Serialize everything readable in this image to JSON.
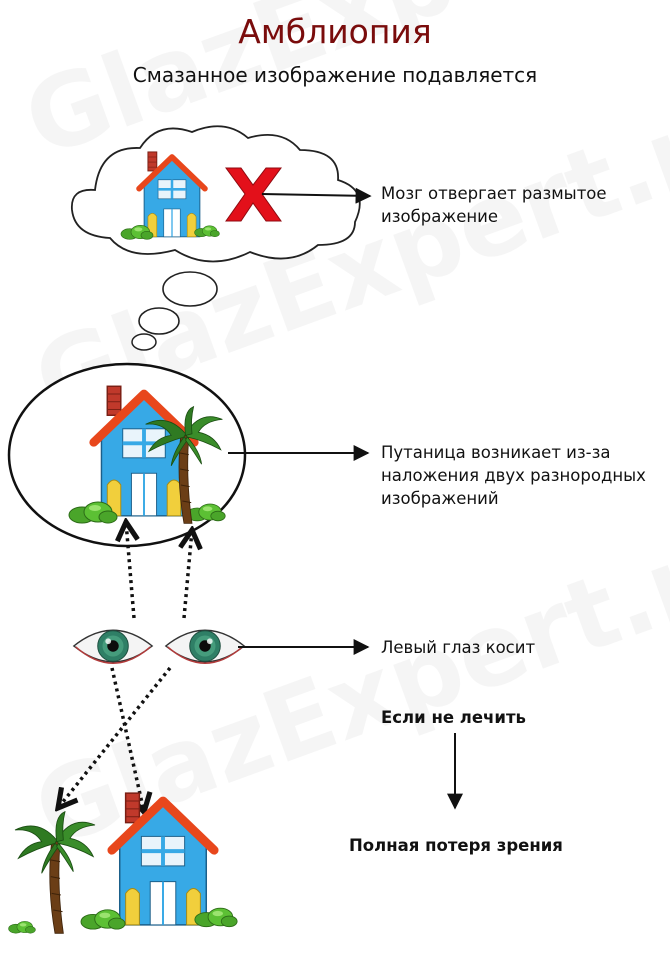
{
  "header": {
    "title": "Амблиопия",
    "subtitle": "Смазанное изображение подавляется"
  },
  "labels": {
    "brain_rejects_line1": "Мозг отвергает размытое",
    "brain_rejects_line2": "изображение",
    "confusion_line1": "Путаница возникает из-за",
    "confusion_line2": "наложения двух разнородных",
    "confusion_line3": "изображений",
    "left_eye_squints": "Левый глаз косит",
    "if_untreated": "Если не лечить",
    "total_vision_loss": "Полная потеря зрения"
  },
  "watermark": {
    "text": "GlazExpert.ru"
  },
  "colors": {
    "title": "#7a0c0c",
    "house_wall": "#37a9e6",
    "house_roof": "#e8471c",
    "chimney": "#c0392b",
    "window": "#e9f4fb",
    "door": "#ffffff",
    "side_window": "#f1cf3c",
    "bush": "#5cc034",
    "palm_leaf": "#2f7a22",
    "palm_trunk": "#6b3e16",
    "reject_cross": "#e3101a",
    "iris": "#2f7f66"
  },
  "icons": {
    "house": "house-icon",
    "palm": "palm-tree-icon",
    "cross": "reject-cross-icon",
    "eye": "eye-icon",
    "cloud": "thought-cloud-icon"
  }
}
